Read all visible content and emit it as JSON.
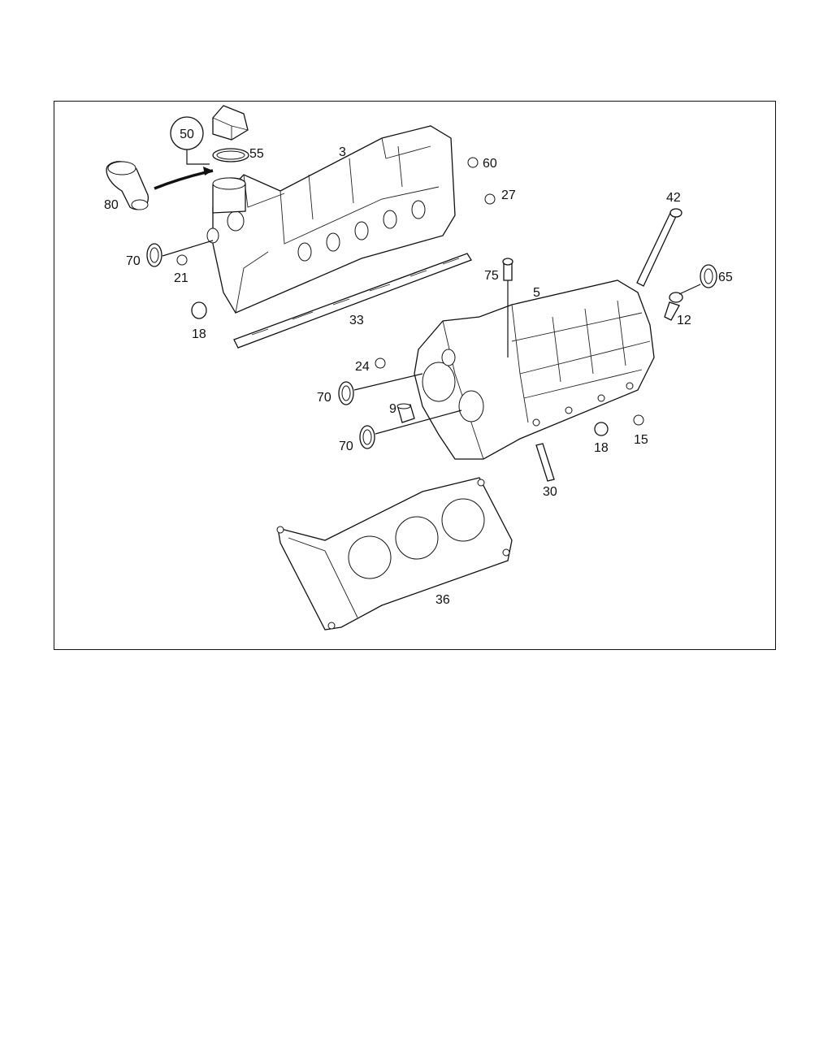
{
  "callouts": {
    "c50": "50",
    "c55": "55",
    "c3": "3",
    "c60": "60",
    "c27": "27",
    "c80": "80",
    "c42": "42",
    "c70a": "70",
    "c21": "21",
    "c75": "75",
    "c5": "5",
    "c65": "65",
    "c12": "12",
    "c18a": "18",
    "c33": "33",
    "c24": "24",
    "c70b": "70",
    "c9": "9",
    "c70c": "70",
    "c18b": "18",
    "c15": "15",
    "c30": "30",
    "c36": "36"
  },
  "colors": {
    "line": "#111111",
    "background": "#ffffff"
  }
}
